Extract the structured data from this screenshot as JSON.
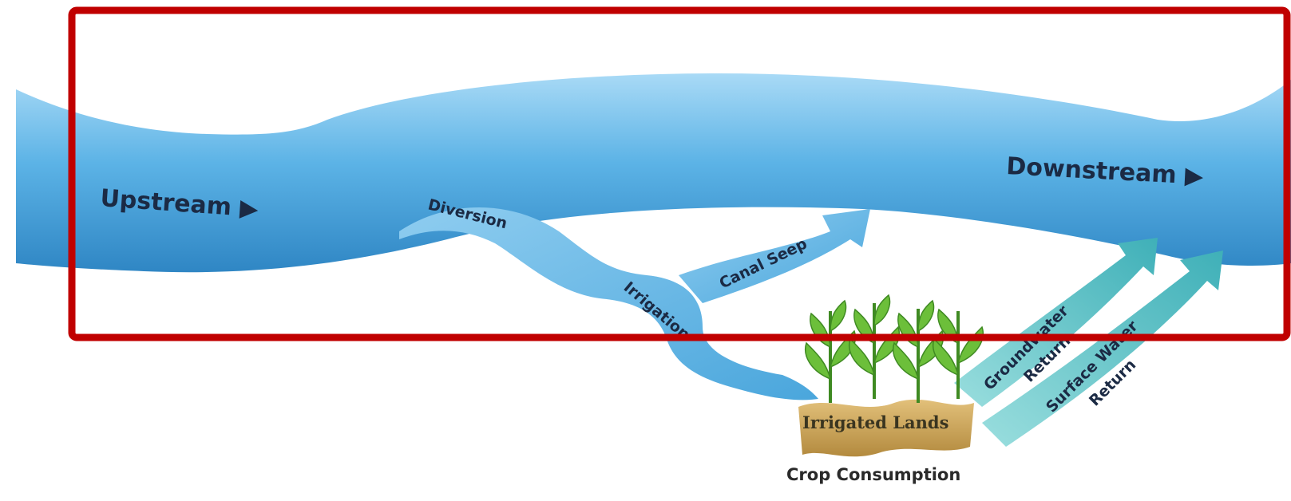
{
  "labels": {
    "upstream": "Upstream ▶",
    "downstream": "Downstream ▶",
    "diversion": "Diversion",
    "canal_seep": "Canal Seep",
    "irrigation": "Irrigation",
    "groundwater_return_1": "Groundwater",
    "groundwater_return_2": "Return",
    "surface_water_return_1": "Surface Water",
    "surface_water_return_2": "Return",
    "irrigated_lands": "Irrigated Lands",
    "crop_consumption": "Crop Consumption"
  },
  "colors": {
    "river": "#5cb3e6",
    "river_dark": "#2f86c4",
    "river_light": "#a9daf6",
    "return_flow": "#5fc4c4",
    "plants": "#6cbf3a",
    "soil": "#c9a35a",
    "highlight_box": "#c00000"
  }
}
